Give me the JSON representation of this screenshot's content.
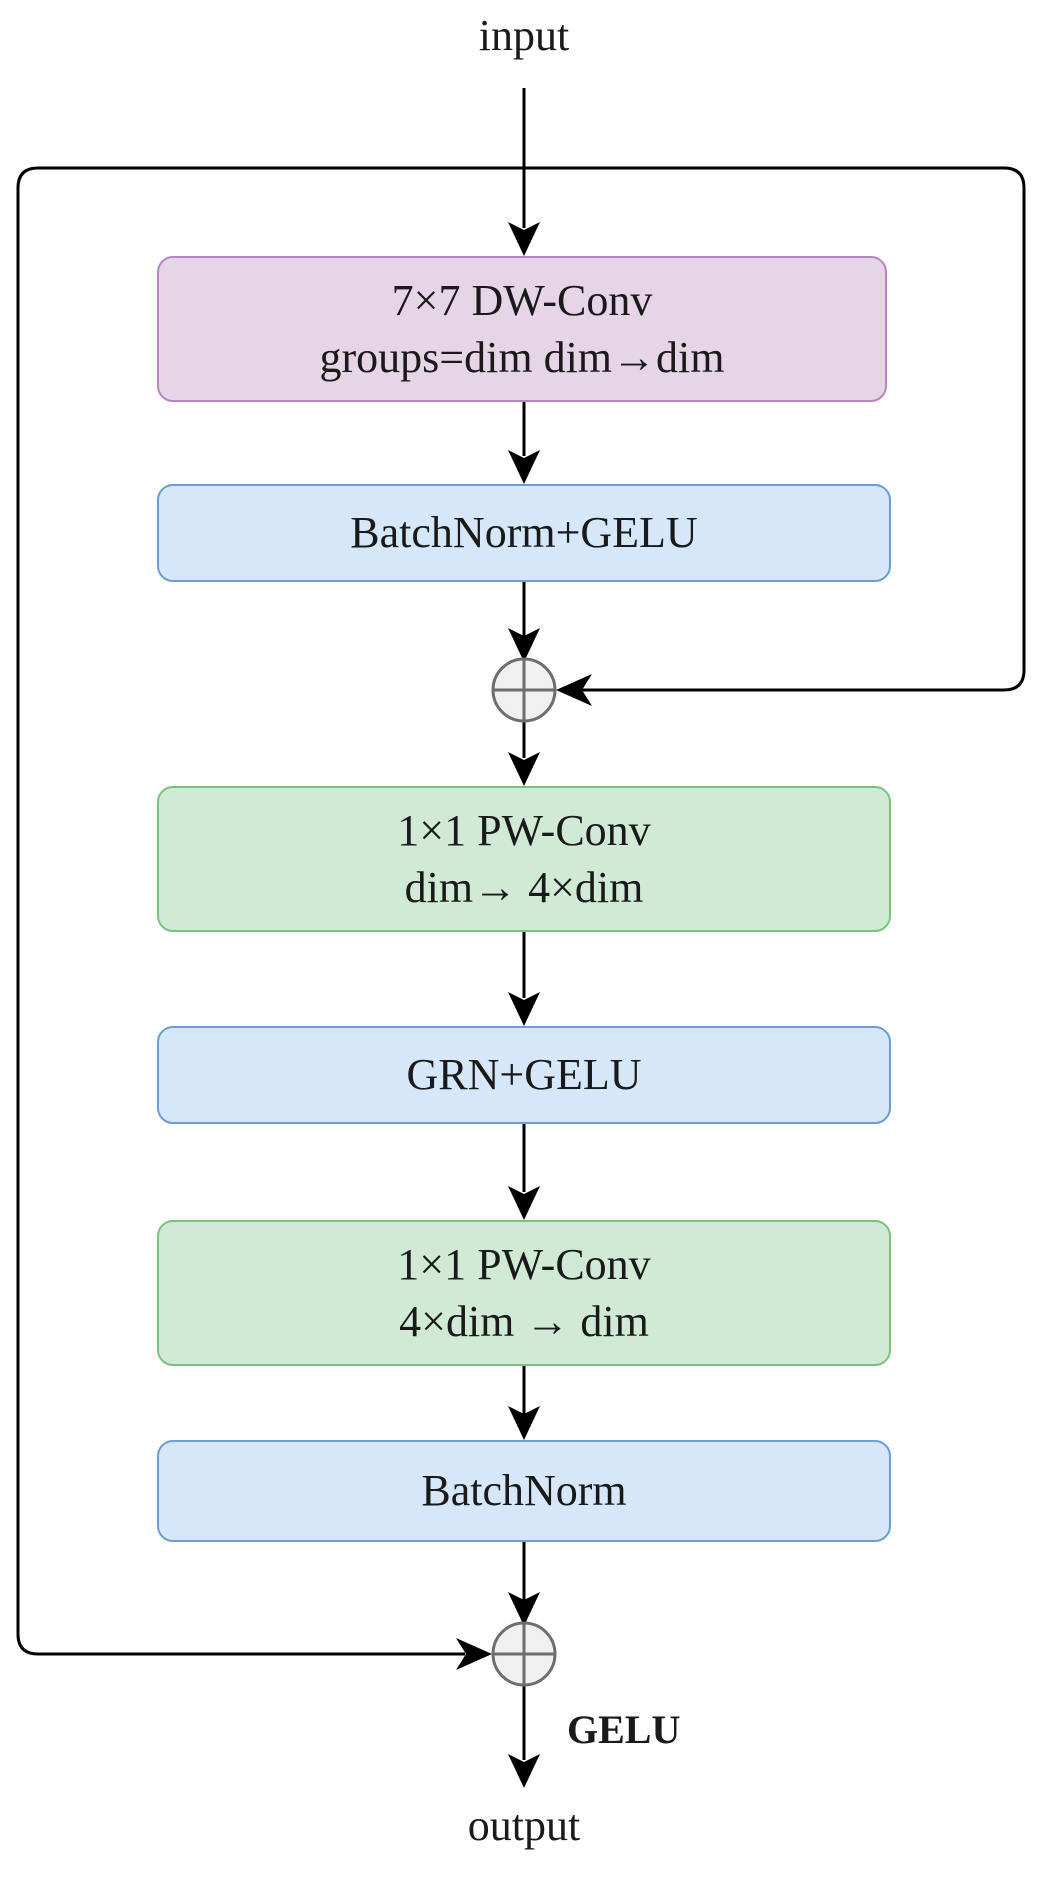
{
  "input_label": "input",
  "output_label": "output",
  "activation_label": "GELU",
  "blocks": {
    "dw_conv": {
      "line1": "7×7 DW-Conv",
      "line2": "groups=dim dim→dim"
    },
    "bn_gelu_1": {
      "line1": "BatchNorm+GELU"
    },
    "pw_conv_1": {
      "line1": "1×1 PW-Conv",
      "line2": "dim→ 4×dim"
    },
    "grn_gelu": {
      "line1": "GRN+GELU"
    },
    "pw_conv_2": {
      "line1": "1×1 PW-Conv",
      "line2": "4×dim → dim"
    },
    "bn_2": {
      "line1": "BatchNorm"
    }
  },
  "colors": {
    "conv_dw_fill": "#e6d4e7",
    "conv_dw_border": "#b487c0",
    "norm_fill": "#d6e7f9",
    "norm_border": "#6a9ed4",
    "conv_pw_fill": "#d1ead6",
    "conv_pw_border": "#78c47c",
    "add_node_fill": "#f0f0f0",
    "add_node_border": "#6e6e6e",
    "arrow": "#000000"
  },
  "icons": {
    "add_node": "circle-plus-icon"
  }
}
